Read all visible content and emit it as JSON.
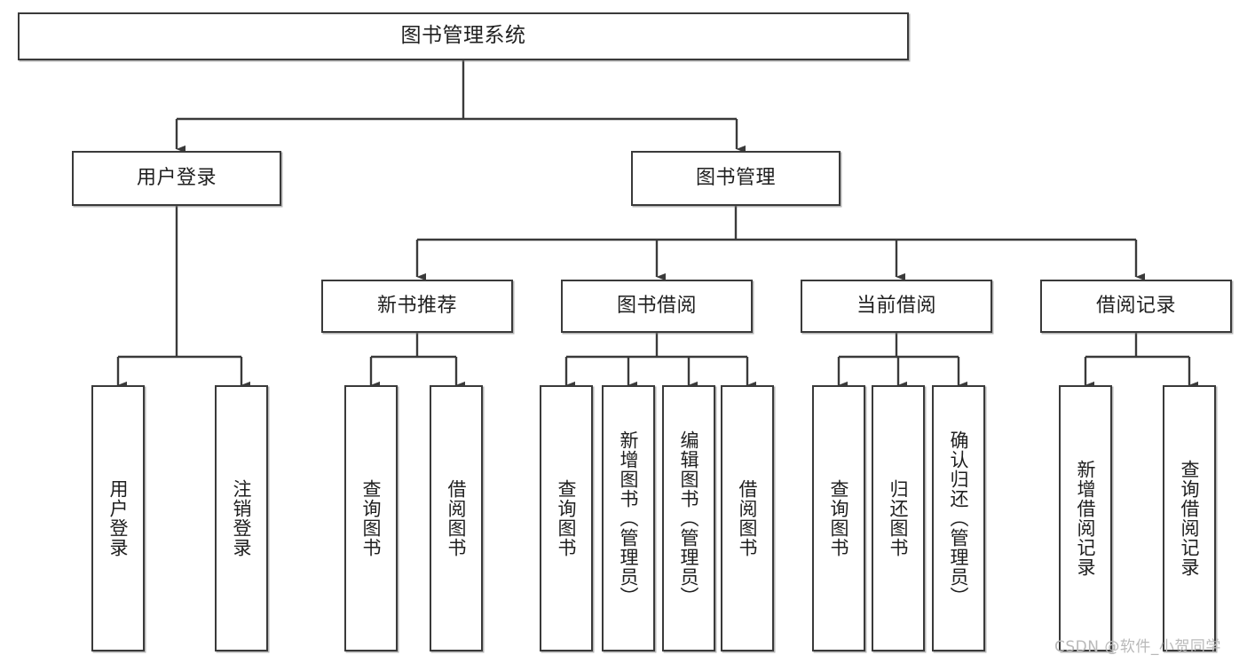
{
  "diagram": {
    "title": "图书管理系统",
    "type": "tree",
    "orientation": "top-down",
    "line_color": "#3a3a3a",
    "box_fill": "#ffffff",
    "text_color": "#1f1f1f",
    "nodes": {
      "root": {
        "label": "图书管理系统"
      },
      "level2": [
        {
          "label": "用户登录"
        },
        {
          "label": "图书管理"
        }
      ],
      "level3": [
        {
          "label": "新书推荐"
        },
        {
          "label": "图书借阅"
        },
        {
          "label": "当前借阅"
        },
        {
          "label": "借阅记录"
        }
      ],
      "leaves": [
        {
          "label": "用户登录",
          "parent": "用户登录"
        },
        {
          "label": "注销登录",
          "parent": "用户登录"
        },
        {
          "label": "查询图书",
          "parent": "新书推荐"
        },
        {
          "label": "借阅图书",
          "parent": "新书推荐"
        },
        {
          "label": "查询图书",
          "parent": "图书借阅"
        },
        {
          "label": "新增图书（管理员）",
          "parent": "图书借阅"
        },
        {
          "label": "编辑图书（管理员）",
          "parent": "图书借阅"
        },
        {
          "label": "借阅图书",
          "parent": "图书借阅"
        },
        {
          "label": "查询图书",
          "parent": "当前借阅"
        },
        {
          "label": "归还图书",
          "parent": "当前借阅"
        },
        {
          "label": "确认归还（管理员）",
          "parent": "当前借阅"
        },
        {
          "label": "新增借阅记录",
          "parent": "借阅记录"
        },
        {
          "label": "查询借阅记录",
          "parent": "借阅记录"
        }
      ]
    }
  },
  "watermark": {
    "text": "CSDN @软件_小贺同学"
  }
}
